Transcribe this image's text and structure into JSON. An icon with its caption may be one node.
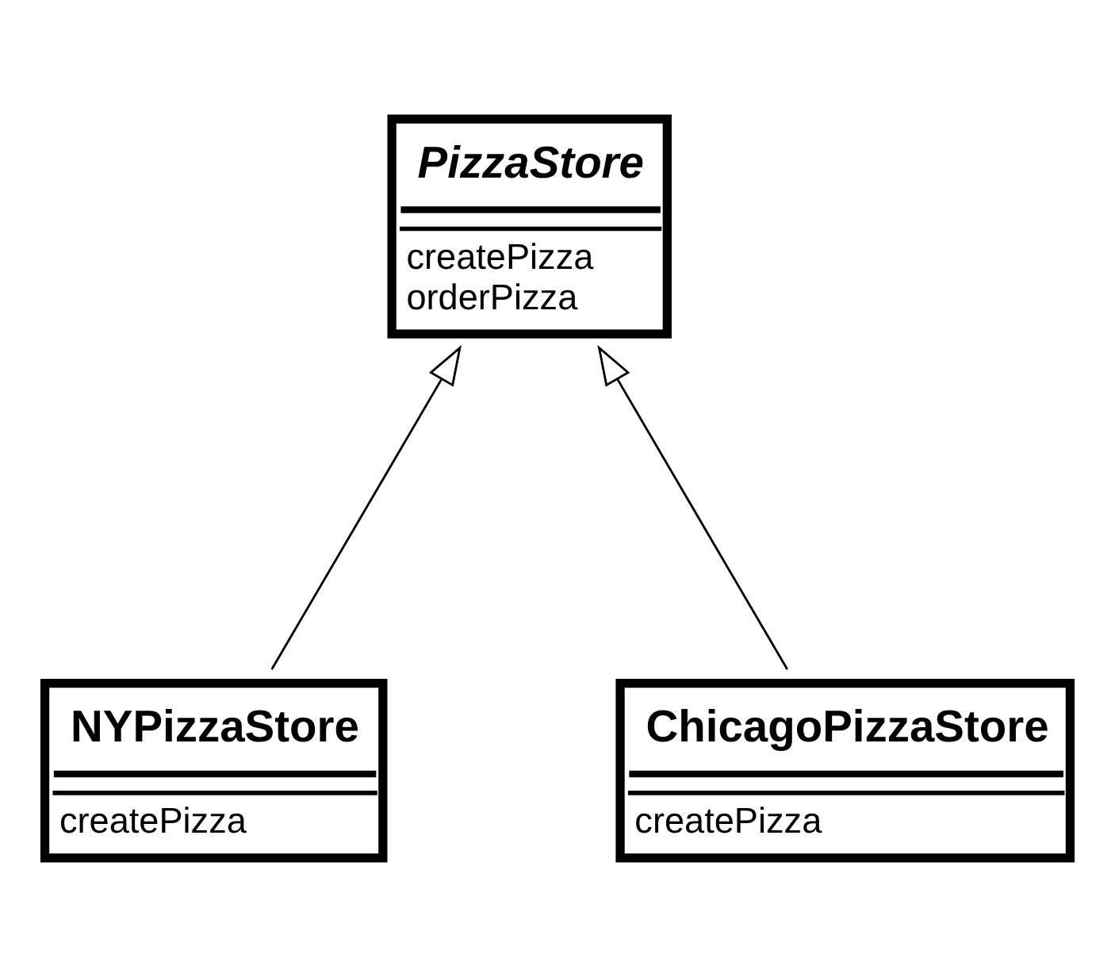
{
  "diagram": {
    "nodes": [
      {
        "text": [
          "PizzaStore",
          "createPizza",
          "orderPizza"
        ]
      },
      {
        "text": [
          "NYPizzaStore",
          "createPizza"
        ]
      },
      {
        "text": [
          "ChicagoPizzaStore",
          "createPizza"
        ]
      }
    ],
    "edges": [
      {
        "from": 1,
        "to": 0,
        "arrow": "to"
      },
      {
        "from": 2,
        "to": 0,
        "arrow": "to"
      }
    ]
  }
}
